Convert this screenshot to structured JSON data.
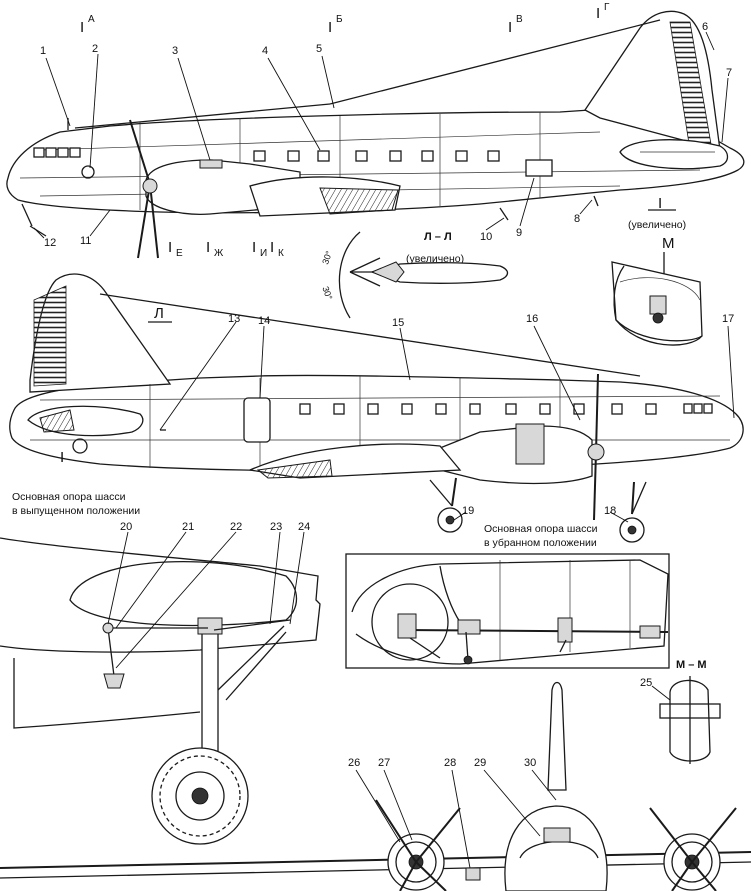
{
  "callouts": [
    "1",
    "2",
    "3",
    "4",
    "5",
    "6",
    "7",
    "8",
    "9",
    "10",
    "11",
    "12",
    "13",
    "14",
    "15",
    "16",
    "17",
    "18",
    "19",
    "20",
    "21",
    "22",
    "23",
    "24",
    "25",
    "26",
    "27",
    "28",
    "29",
    "30"
  ],
  "sections": {
    "A": {
      "mark": "I",
      "letter": "А"
    },
    "B": {
      "mark": "I",
      "letter": "Б"
    },
    "V": {
      "mark": "I",
      "letter": "В"
    },
    "G": {
      "mark": "I",
      "letter": "Г"
    },
    "E": {
      "mark": "I",
      "letter": "Е"
    },
    "ZH": {
      "mark": "I",
      "letter": "Ж"
    },
    "I": {
      "mark": "I",
      "letter": "И"
    },
    "K": {
      "mark": "I",
      "letter": "К"
    }
  },
  "view_I": {
    "title": "I",
    "subtitle": "(увеличено)"
  },
  "view_I_marker": "I",
  "view_L": {
    "title": "Л – Л",
    "subtitle": "(увеличено)",
    "marker": "Л",
    "angle_up": "30°",
    "angle_down": "30°"
  },
  "view_M": {
    "marker": "М",
    "title": "М – М"
  },
  "captions": {
    "gear_extended": [
      "Основная опора шасси",
      "в выпущенном положении"
    ],
    "gear_retracted": [
      "Основная опора шасси",
      "в убранном положении"
    ]
  }
}
